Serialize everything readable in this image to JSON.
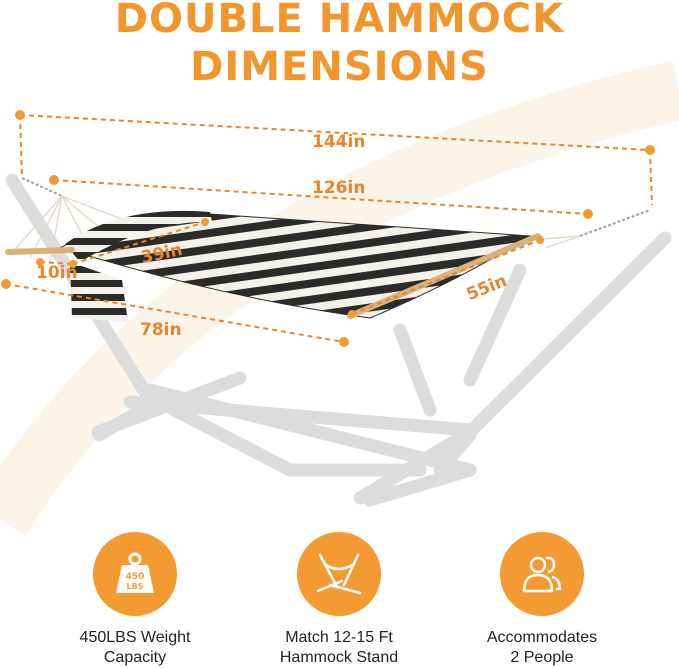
{
  "title": {
    "line1": "DOUBLE HAMMOCK",
    "line2": "DIMENSIONS"
  },
  "dimensions": {
    "overall_length": "144in",
    "bed_length": "126in",
    "pillow_width": "39in",
    "pillow_depth": "10in",
    "bed_width": "55in",
    "stand_length": "78in"
  },
  "features": [
    {
      "icon": "weight-icon",
      "icon_text_top": "450",
      "icon_text_bottom": "LBS",
      "line1": "450LBS Weight",
      "line2": "Capacity"
    },
    {
      "icon": "hammock-stand-icon",
      "line1": "Match 12-15 Ft",
      "line2": "Hammock Stand"
    },
    {
      "icon": "people-icon",
      "line1": "Accommodates",
      "line2": "2 People"
    }
  ],
  "colors": {
    "accent": "#f39a33",
    "title": "#f0962c",
    "stand": "#dcdcdc",
    "stripe_dark": "#2b2b2b",
    "stripe_light": "#f4f1ea"
  }
}
